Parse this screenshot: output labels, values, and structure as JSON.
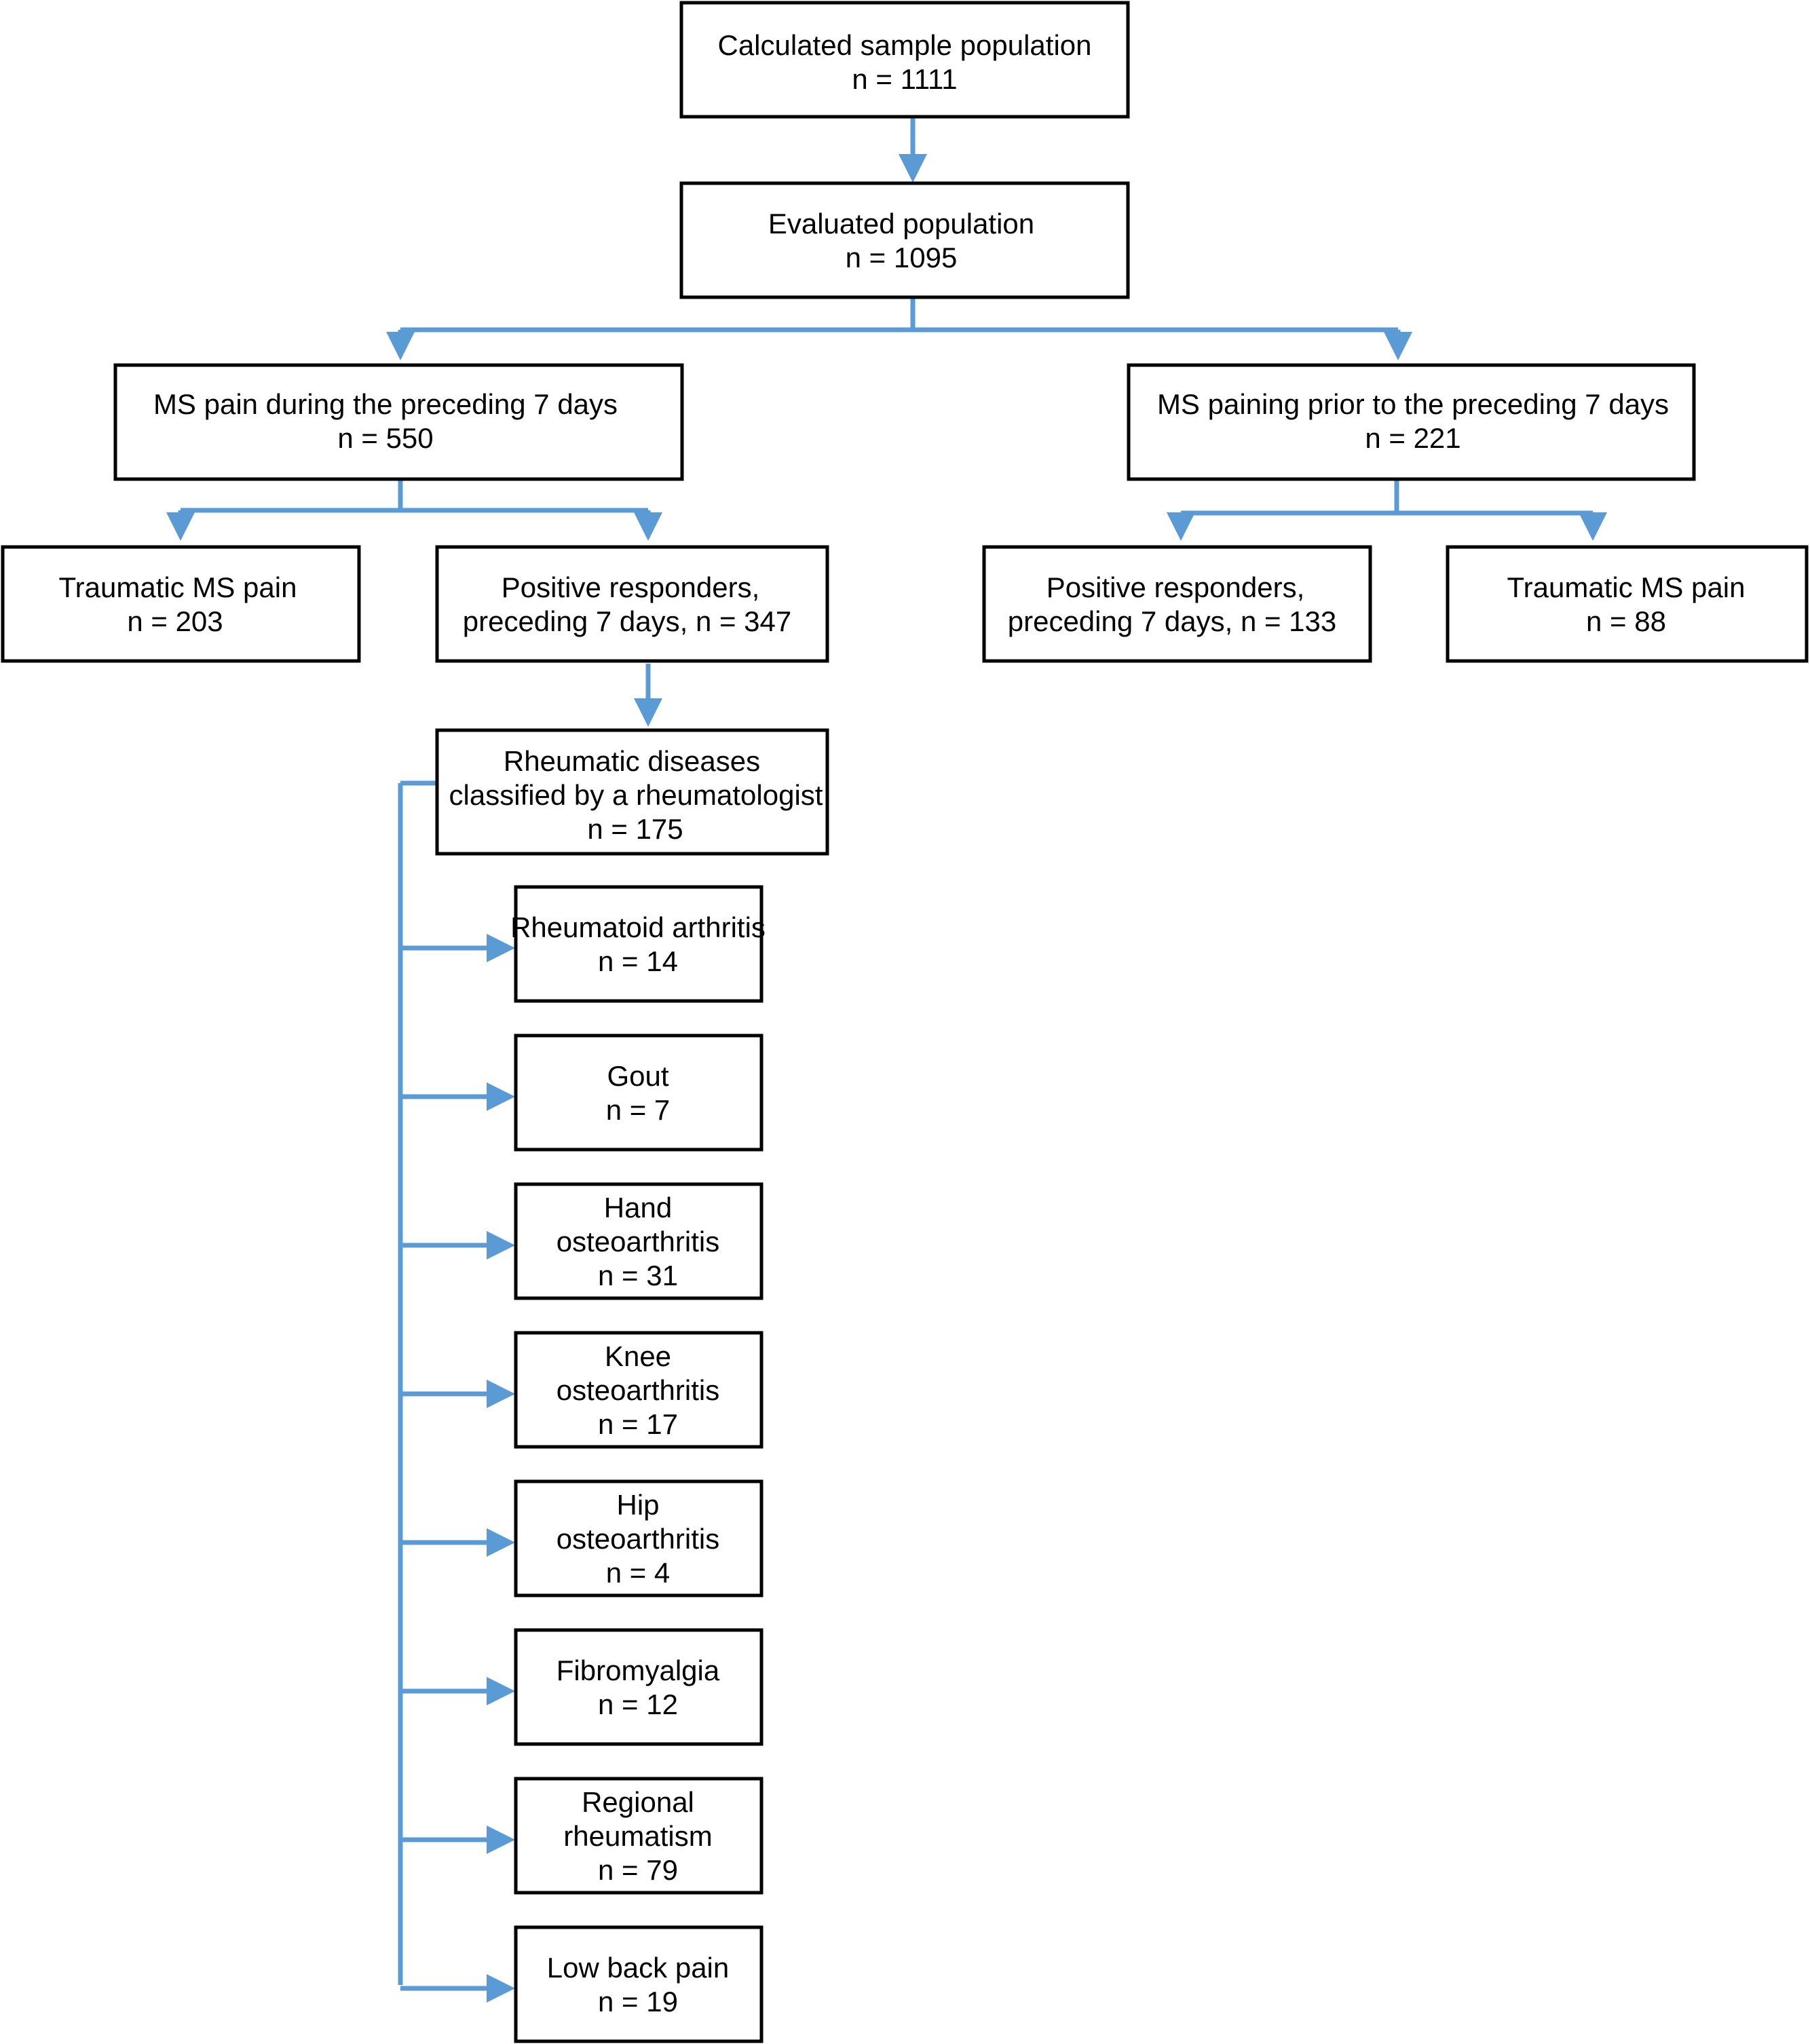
{
  "colors": {
    "connector": "#5b9bd5",
    "box_border": "#000000",
    "background": "#ffffff"
  },
  "nodes": {
    "sample": {
      "line1": "Calculated sample population",
      "line2": "n = 1111"
    },
    "evaluated": {
      "line1": "Evaluated population",
      "line2": "n = 1095"
    },
    "pain_7days": {
      "line1": "MS pain during the preceding 7 days",
      "line2": "n = 550"
    },
    "pain_prior": {
      "line1": "MS paining prior to the preceding 7 days",
      "line2": "n = 221"
    },
    "traumatic_left": {
      "line1": "Traumatic MS pain",
      "line2": "n = 203"
    },
    "positive_left": {
      "line1": "Positive responders,",
      "line2": "preceding 7 days, n = 347"
    },
    "positive_right": {
      "line1": "Positive responders,",
      "line2": "preceding 7 days, n = 133"
    },
    "traumatic_right": {
      "line1": "Traumatic MS pain",
      "line2": "n = 88"
    },
    "rheumatic": {
      "line1": "Rheumatic diseases",
      "line2": "classified by a rheumatologist",
      "line3": "n = 175"
    }
  },
  "diagnoses": [
    {
      "line1": "Rheumatoid arthritis",
      "line2": "n = 14"
    },
    {
      "line1": "Gout",
      "line2": "n = 7"
    },
    {
      "line1": "Hand",
      "line2": "osteoarthritis",
      "line3": "n = 31"
    },
    {
      "line1": "Knee",
      "line2": "osteoarthritis",
      "line3": "n = 17"
    },
    {
      "line1": "Hip",
      "line2": "osteoarthritis",
      "line3": "n = 4"
    },
    {
      "line1": "Fibromyalgia",
      "line2": "n = 12"
    },
    {
      "line1": "Regional",
      "line2": "rheumatism",
      "line3": "n = 79"
    },
    {
      "line1": "Low back pain",
      "line2": "n = 19"
    }
  ]
}
